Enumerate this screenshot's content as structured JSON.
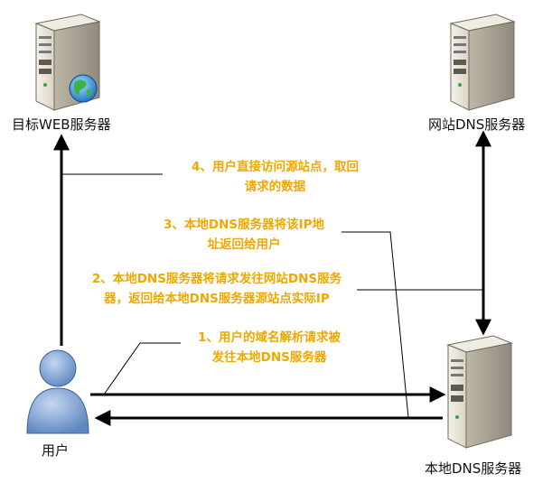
{
  "nodes": {
    "web_server": {
      "label": "目标WEB服务器"
    },
    "site_dns": {
      "label": "网站DNS服务器"
    },
    "local_dns": {
      "label": "本地DNS服务器"
    },
    "user": {
      "label": "用户"
    }
  },
  "steps": [
    {
      "lines": [
        "1、用户的域名解析请求被",
        "发往本地DNS服务器"
      ]
    },
    {
      "lines": [
        "2、本地DNS服务器将请求发往网站DNS服务",
        "器，返回给本地DNS服务器源站点实际IP"
      ]
    },
    {
      "lines": [
        "3、本地DNS服务器将该IP地",
        "址返回给用户"
      ]
    },
    {
      "lines": [
        "4、用户直接访问源站点，取回",
        "请求的数据"
      ]
    }
  ],
  "colors": {
    "annotation": "#f0a800",
    "server_body": "#e8e4d8",
    "user_body": "#7ea3d6",
    "line": "#000000"
  }
}
